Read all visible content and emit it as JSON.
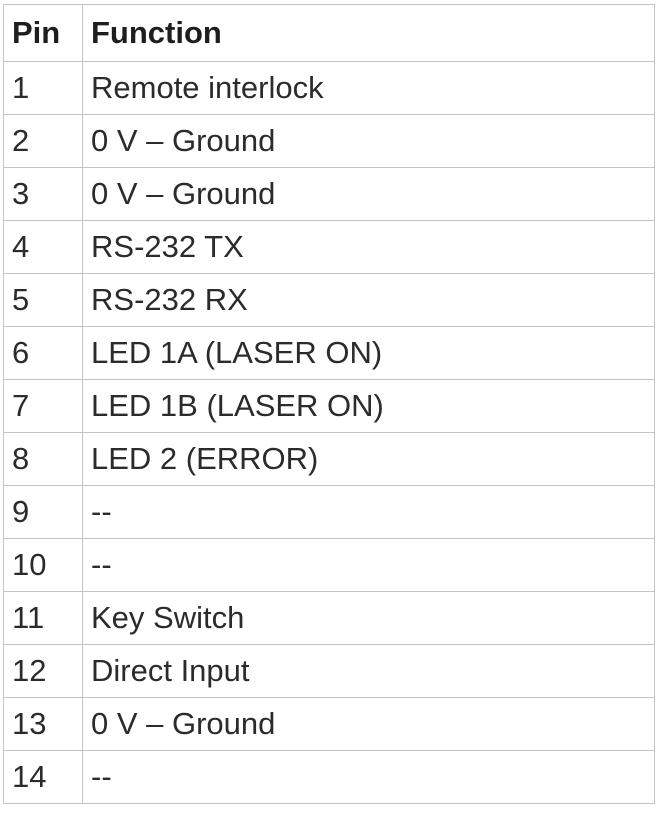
{
  "table": {
    "headers": {
      "pin": "Pin",
      "function": "Function"
    },
    "rows": [
      {
        "pin": "1",
        "function": "Remote interlock"
      },
      {
        "pin": "2",
        "function": "0 V – Ground"
      },
      {
        "pin": "3",
        "function": "0 V – Ground"
      },
      {
        "pin": "4",
        "function": "RS-232 TX"
      },
      {
        "pin": "5",
        "function": "RS-232 RX"
      },
      {
        "pin": "6",
        "function": "LED 1A (LASER ON)"
      },
      {
        "pin": "7",
        "function": "LED 1B (LASER ON)"
      },
      {
        "pin": "8",
        "function": "LED 2 (ERROR)"
      },
      {
        "pin": "9",
        "function": "--"
      },
      {
        "pin": "10",
        "function": "--"
      },
      {
        "pin": "11",
        "function": "Key Switch"
      },
      {
        "pin": "12",
        "function": "Direct Input"
      },
      {
        "pin": "13",
        "function": "0 V – Ground"
      },
      {
        "pin": "14",
        "function": "--"
      }
    ]
  }
}
